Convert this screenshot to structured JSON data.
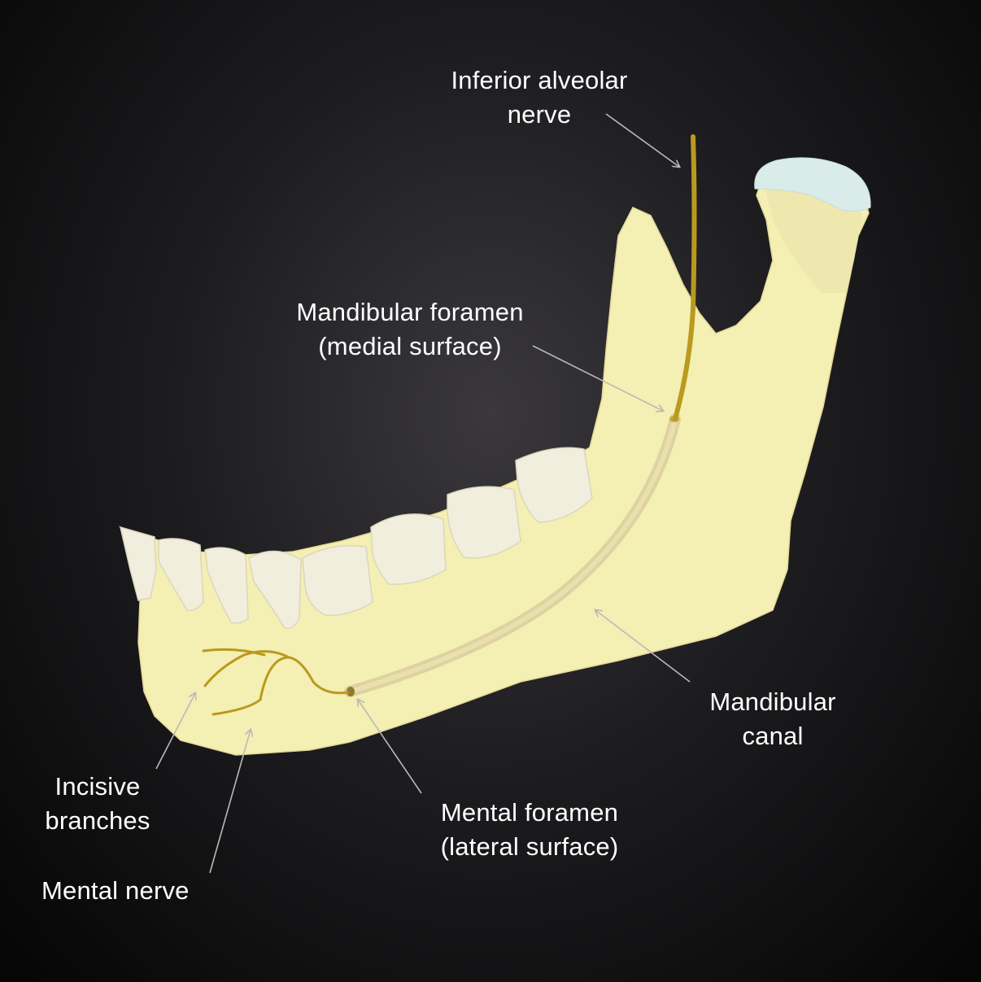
{
  "labels": {
    "inferior_alveolar_nerve": {
      "line1": "Inferior alveolar",
      "line2": "nerve"
    },
    "mandibular_foramen": {
      "line1": "Mandibular foramen",
      "line2": "(medial surface)"
    },
    "mandibular_canal": {
      "line1": "Mandibular",
      "line2": "canal"
    },
    "mental_foramen": {
      "line1": "Mental foramen",
      "line2": "(lateral surface)"
    },
    "incisive_branches": {
      "line1": "Incisive",
      "line2": "branches"
    },
    "mental_nerve": {
      "line1": "Mental nerve"
    }
  },
  "colors": {
    "background": "#050505",
    "bone": "#f4efb2",
    "bone_shadow": "#e8dfa0",
    "teeth": "#f1eedd",
    "nerve": "#b99a1e",
    "cartilage": "#d9ecea",
    "canal": "#ddd2a0",
    "text": "#ffffff",
    "arrow": "#b9b9b9"
  }
}
